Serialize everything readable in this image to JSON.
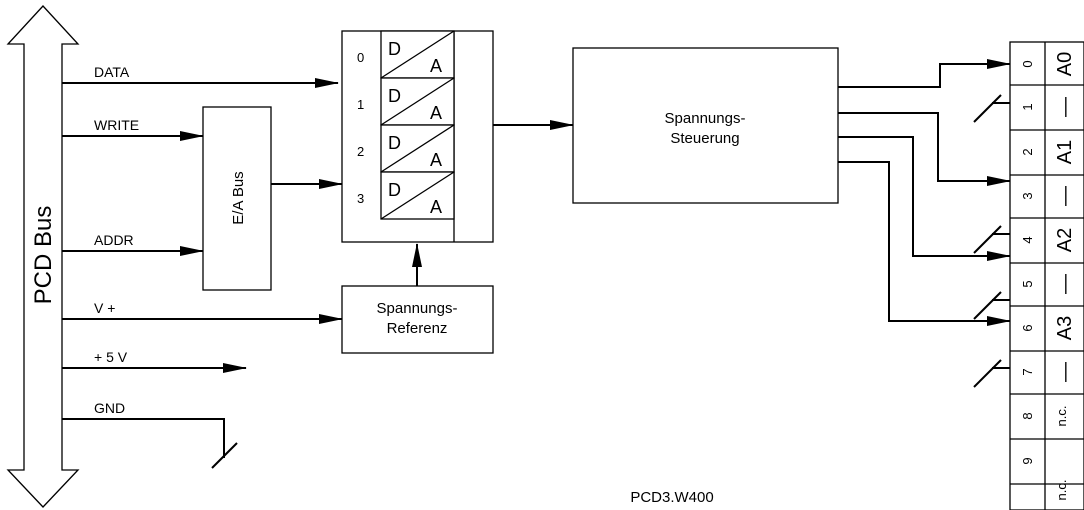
{
  "bus": {
    "label": "PCD Bus"
  },
  "signals": {
    "data": "DATA",
    "write": "WRITE",
    "addr": "ADDR",
    "vplus": "V +",
    "plus5v": "+ 5 V",
    "gnd": "GND"
  },
  "ea_bus": {
    "label": "E/A Bus"
  },
  "dac": {
    "channels": [
      "0",
      "1",
      "2",
      "3"
    ],
    "digital": "D",
    "analog": "A"
  },
  "reference": {
    "line1": "Spannungs-",
    "line2": "Referenz"
  },
  "control": {
    "line1": "Spannungs-",
    "line2": "Steuerung"
  },
  "terminals": [
    {
      "pin": "0",
      "signal": "A0"
    },
    {
      "pin": "1",
      "signal": "—"
    },
    {
      "pin": "2",
      "signal": "A1"
    },
    {
      "pin": "3",
      "signal": "—"
    },
    {
      "pin": "4",
      "signal": "A2"
    },
    {
      "pin": "5",
      "signal": "—"
    },
    {
      "pin": "6",
      "signal": "A3"
    },
    {
      "pin": "7",
      "signal": "—"
    },
    {
      "pin": "8",
      "signal": "n.c."
    },
    {
      "pin": "9",
      "signal": "n.c."
    }
  ],
  "module": {
    "name": "PCD3.W400"
  }
}
